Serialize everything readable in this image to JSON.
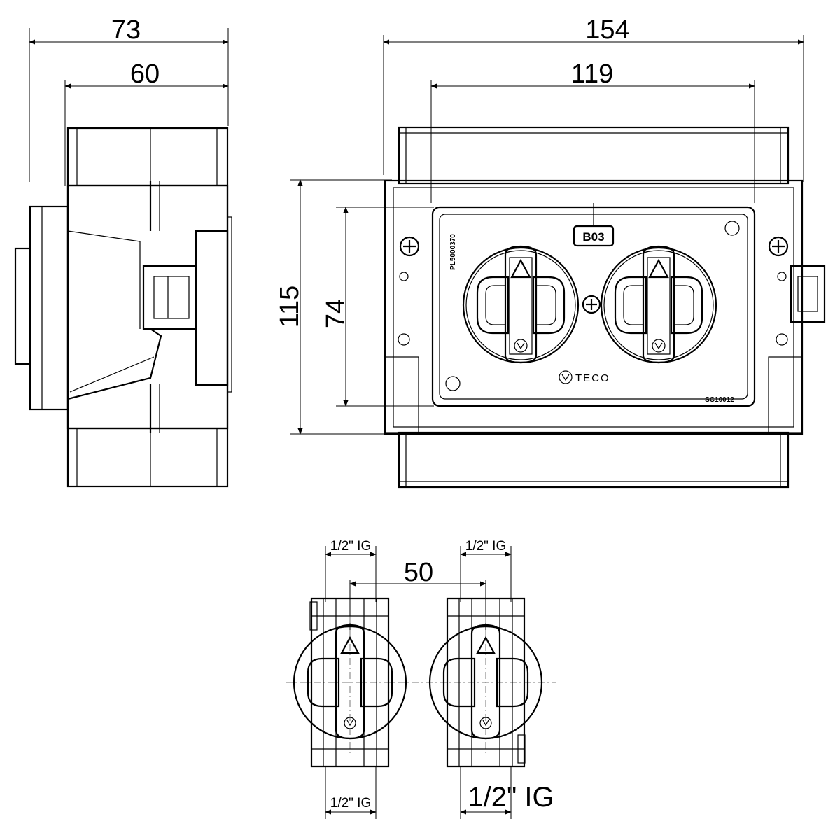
{
  "dimensions": {
    "side_width_total": "73",
    "side_width_inner": "60",
    "front_width_total": "154",
    "front_width_inner": "119",
    "front_height_total": "115",
    "front_height_inner": "74",
    "valve_spacing": "50",
    "thread_top_left": "1/2\" IG",
    "thread_top_right": "1/2\" IG",
    "thread_bottom_left": "1/2\" IG",
    "thread_bottom_right": "1/2\" IG"
  },
  "labels": {
    "plate_code": "B03",
    "serial_vertical": "PL5000370",
    "serial_corner": "SC10012",
    "brand": "TECO"
  },
  "colors": {
    "line": "#000000",
    "centerline": "#777777",
    "background": "#ffffff"
  }
}
